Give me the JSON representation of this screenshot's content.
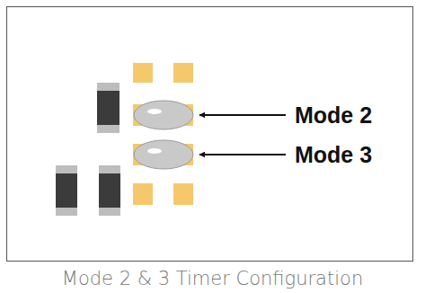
{
  "diagram": {
    "caption": "Mode 2 & 3 Timer Configuration",
    "labels": [
      "Mode 2",
      "Mode 3"
    ]
  }
}
